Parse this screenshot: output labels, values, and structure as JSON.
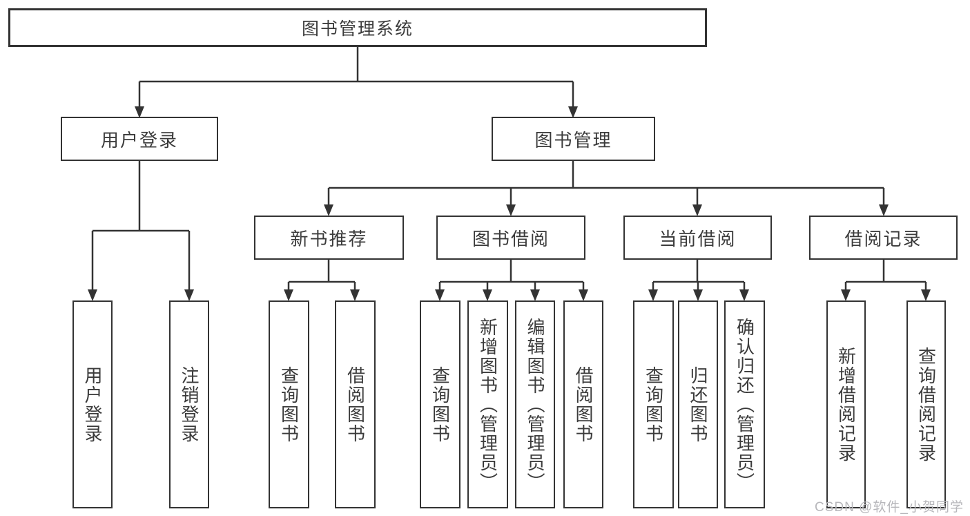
{
  "diagram": {
    "root": {
      "label": "图书管理系统"
    },
    "level2": [
      {
        "label": "用户登录"
      },
      {
        "label": "图书管理"
      }
    ],
    "level3": [
      {
        "label": "新书推荐",
        "parent": "图书管理"
      },
      {
        "label": "图书借阅",
        "parent": "图书管理"
      },
      {
        "label": "当前借阅",
        "parent": "图书管理"
      },
      {
        "label": "借阅记录",
        "parent": "图书管理"
      }
    ],
    "leaves": [
      {
        "label": "用户登录",
        "parent": "用户登录"
      },
      {
        "label": "注销登录",
        "parent": "用户登录"
      },
      {
        "label": "查询图书",
        "parent": "新书推荐"
      },
      {
        "label": "借阅图书",
        "parent": "新书推荐"
      },
      {
        "label": "查询图书",
        "parent": "图书借阅"
      },
      {
        "label": "新增图书（管理员）",
        "parent": "图书借阅"
      },
      {
        "label": "编辑图书（管理员）",
        "parent": "图书借阅"
      },
      {
        "label": "借阅图书",
        "parent": "图书借阅"
      },
      {
        "label": "查询图书",
        "parent": "当前借阅"
      },
      {
        "label": "归还图书",
        "parent": "当前借阅"
      },
      {
        "label": "确认归还（管理员）",
        "parent": "当前借阅"
      },
      {
        "label": "新增借阅记录",
        "parent": "借阅记录"
      },
      {
        "label": "查询借阅记录",
        "parent": "借阅记录"
      }
    ]
  },
  "watermark": {
    "text": "CSDN @软件_小贺同学"
  },
  "colors": {
    "line": "#333333",
    "box_border": "#333333",
    "box_fill": "#ffffff",
    "text": "#3b3b3b",
    "watermark": "#b7b7bb",
    "background": "#ffffff"
  }
}
